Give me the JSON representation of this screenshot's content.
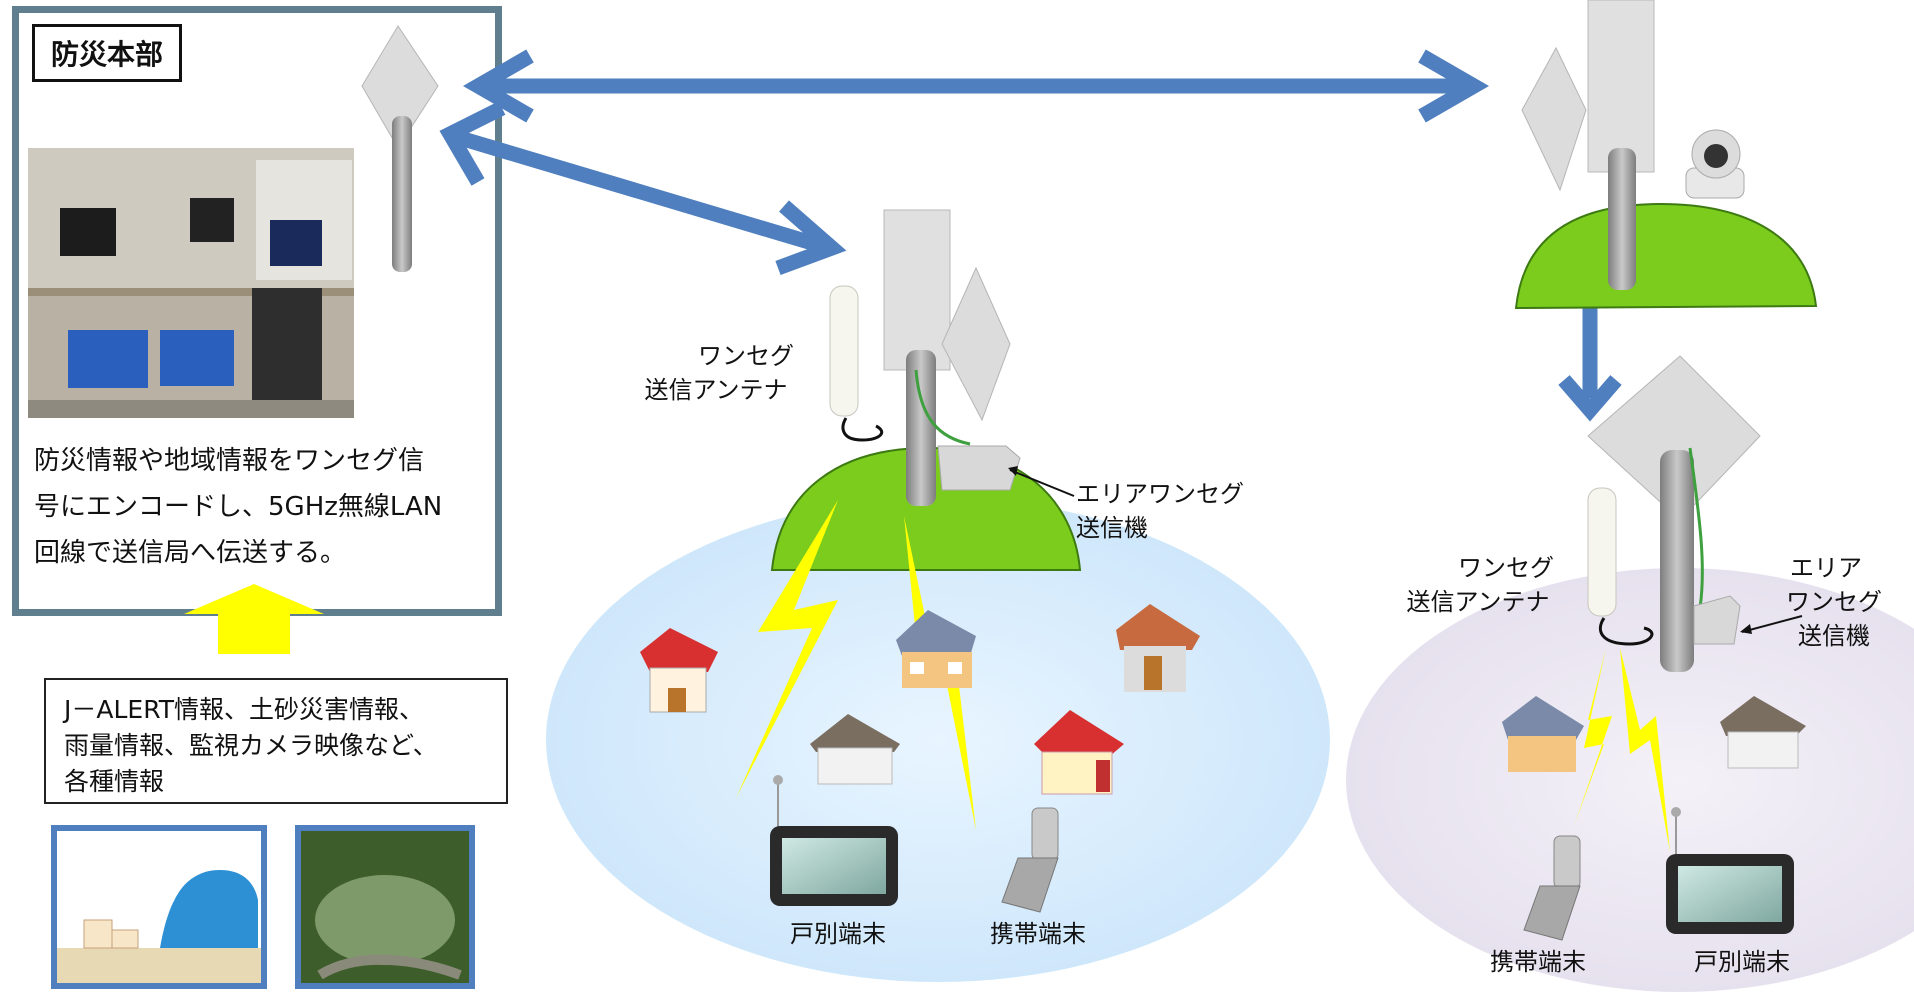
{
  "hq": {
    "title": "防災本部",
    "description_lines": [
      "防災情報や地域情報をワンセグ信",
      "号にエンコードし、5GHz無線LAN",
      "回線で送信局へ伝送する。"
    ]
  },
  "info_box": {
    "lines": [
      "J－ALERT情報、土砂災害情報、",
      "雨量情報、監視カメラ映像など、",
      "各種情報"
    ]
  },
  "station1": {
    "antenna_label": [
      "ワンセグ",
      "送信アンテナ"
    ],
    "transmitter_label": [
      "エリアワンセグ",
      "送信機"
    ],
    "terminal_home": "戸別端末",
    "terminal_mobile": "携帯端末"
  },
  "station2": {
    "antenna_label": [
      "ワンセグ",
      "送信アンテナ"
    ],
    "transmitter_label": [
      "エリア",
      "ワンセグ",
      "送信機"
    ],
    "terminal_mobile": "携帯端末",
    "terminal_home": "戸別端末"
  },
  "colors": {
    "arrow": "#4f7fbf",
    "frame": "#5f7f8f",
    "hill": "#7ccc1e",
    "lightning": "#ffff00",
    "coverage_1": "#dcefff",
    "coverage_2": "#eeeaf4",
    "pole": "#9a9a9a"
  }
}
